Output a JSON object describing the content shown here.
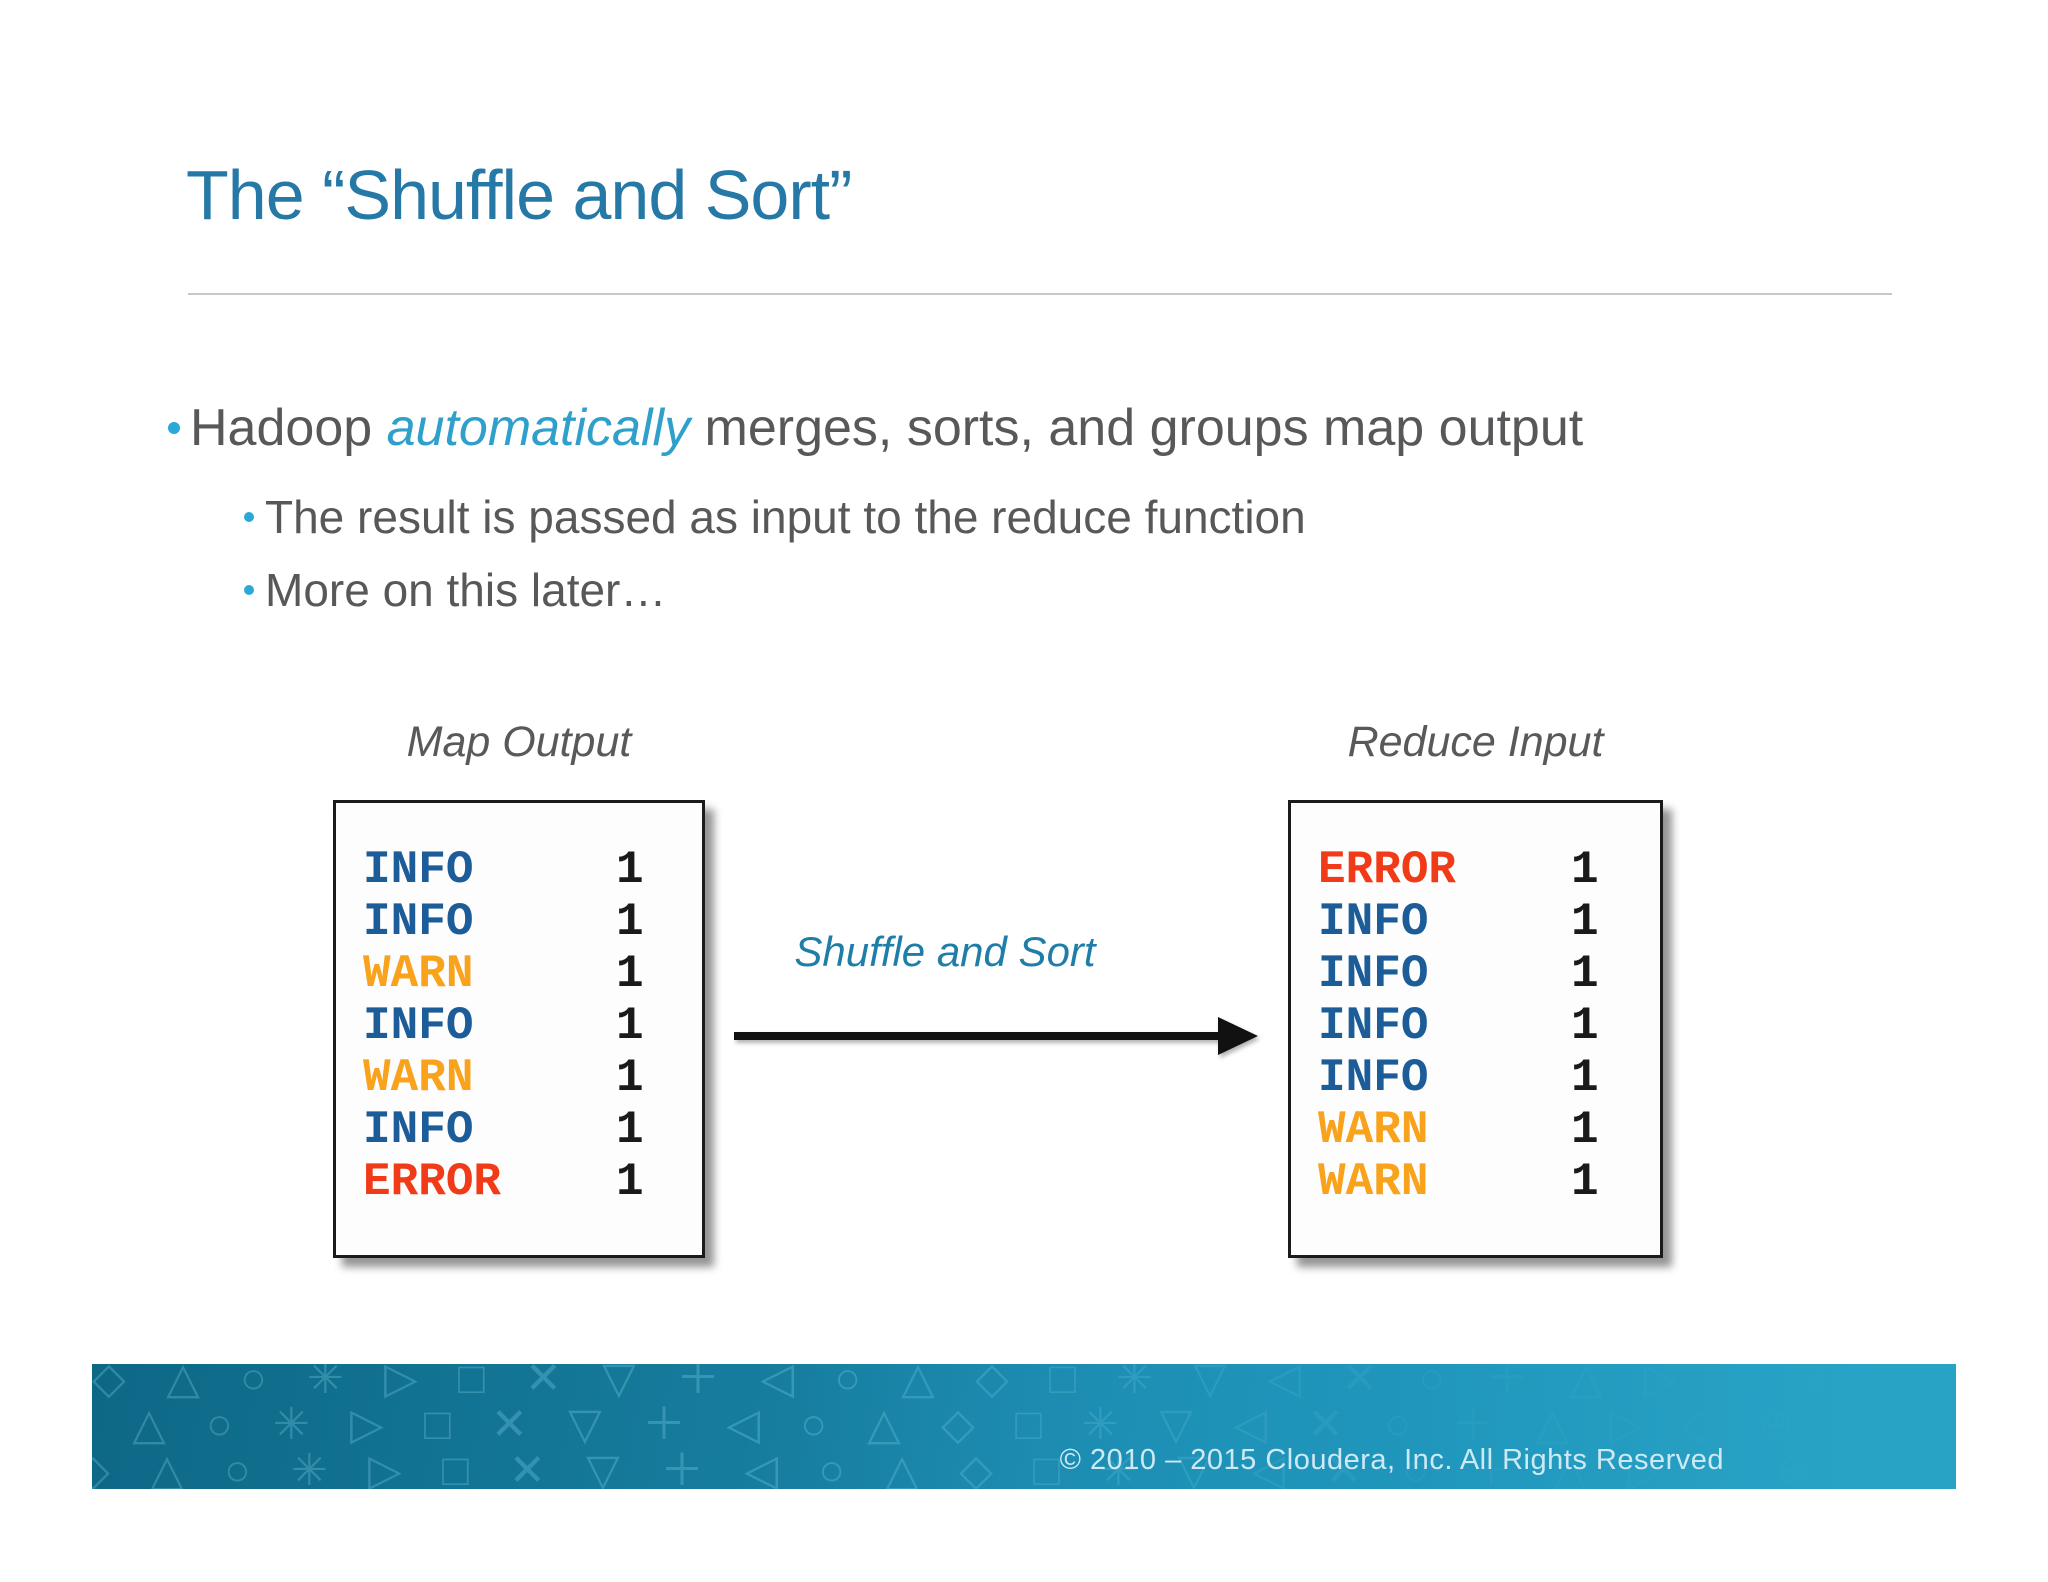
{
  "slide": {
    "title": "The “Shuffle and Sort”",
    "bullets": {
      "main_prefix": "Hadoop ",
      "main_emphasis": "automatically",
      "main_suffix": " merges, sorts, and groups map output",
      "sub1": "The result is passed as input to the reduce function",
      "sub2": "More on this later…"
    },
    "diagram": {
      "left_label": "Map Output",
      "right_label": "Reduce Input",
      "arrow_label": "Shuffle and Sort",
      "map_output_rows": [
        {
          "level": "INFO",
          "count": "1",
          "color": "#1b5c99"
        },
        {
          "level": "INFO",
          "count": "1",
          "color": "#1b5c99"
        },
        {
          "level": "WARN",
          "count": "1",
          "color": "#f9a21b"
        },
        {
          "level": "INFO",
          "count": "1",
          "color": "#1b5c99"
        },
        {
          "level": "WARN",
          "count": "1",
          "color": "#f9a21b"
        },
        {
          "level": "INFO",
          "count": "1",
          "color": "#1b5c99"
        },
        {
          "level": "ERROR",
          "count": "1",
          "color": "#f13a17"
        }
      ],
      "reduce_input_rows": [
        {
          "level": "ERROR",
          "count": "1",
          "color": "#f13a17"
        },
        {
          "level": "INFO",
          "count": "1",
          "color": "#1b5c99"
        },
        {
          "level": "INFO",
          "count": "1",
          "color": "#1b5c99"
        },
        {
          "level": "INFO",
          "count": "1",
          "color": "#1b5c99"
        },
        {
          "level": "INFO",
          "count": "1",
          "color": "#1b5c99"
        },
        {
          "level": "WARN",
          "count": "1",
          "color": "#f9a21b"
        },
        {
          "level": "WARN",
          "count": "1",
          "color": "#f9a21b"
        }
      ]
    },
    "footer": {
      "copyright": "© 2010 – 2015 Cloudera, Inc. All Rights Reserved",
      "pattern_glyphs": "◇ △ ○ ✳ ▷ □ ✕ ▽ ＋ ◁ ○ △ ◇ □ ✳ ▽ ◁ ✕ ○ ＋ △ ▷ ◇ ⊕ □ ✳ ▽ ✕ ◁ ＋ ○ △ ◇ ▷ ⊙ □ ✳ △ ◇ ○ ▽ ✕ ＋ ◁ ▷ ○ □"
    },
    "colors": {
      "title": "#2679a6",
      "accent_italic": "#2f9fcb",
      "body_text": "#58585a",
      "bullet_dot": "#2aa9d9",
      "info": "#1b5c99",
      "warn": "#f9a21b",
      "error": "#f13a17",
      "count": "#1a1a1a",
      "arrow": "#111111",
      "footer_gradient_left": "#0d6886",
      "footer_gradient_right": "#28a3c6",
      "footer_text": "#cde9f4",
      "divider": "#c7c7c7"
    }
  }
}
